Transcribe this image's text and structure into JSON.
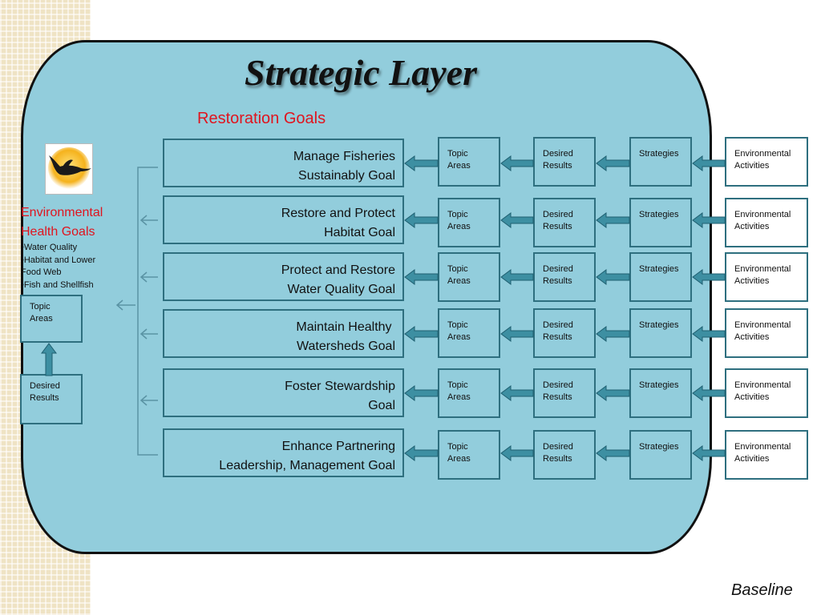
{
  "title": "Strategic Layer",
  "restoration_label": "Restoration Goals",
  "environmental_health": {
    "title_line1": "Environmental",
    "title_line2": "Health Goals",
    "items": [
      "•Water Quality",
      "•Habitat and Lower",
      "Food Web",
      "•Fish and Shellfish"
    ]
  },
  "side_boxes": {
    "topic": [
      "Topic",
      "Areas"
    ],
    "desired": [
      "Desired",
      "Results"
    ]
  },
  "goals": [
    {
      "line1": "Manage Fisheries",
      "line2": "Sustainably Goal"
    },
    {
      "line1": "Restore and Protect",
      "line2": "Habitat Goal"
    },
    {
      "line1": "Protect and Restore",
      "line2": "Water Quality Goal"
    },
    {
      "line1": "Maintain Healthy ",
      "line2": "Watersheds Goal"
    },
    {
      "line1": "Foster Stewardship",
      "line2": "Goal"
    },
    {
      "line1": "Enhance Partnering",
      "line2": "Leadership, Management Goal"
    }
  ],
  "row_boxes": {
    "topic": [
      "Topic",
      "Areas"
    ],
    "desired": [
      "Desired",
      "Results"
    ],
    "strategies": "Strategies",
    "activities": [
      "Environmental",
      "Activities"
    ]
  },
  "footer": "Baseline",
  "colors": {
    "panel": "#92cddc",
    "border": "#2e6f7f",
    "red": "#e0141e",
    "arrow": "#3d8fa2"
  }
}
